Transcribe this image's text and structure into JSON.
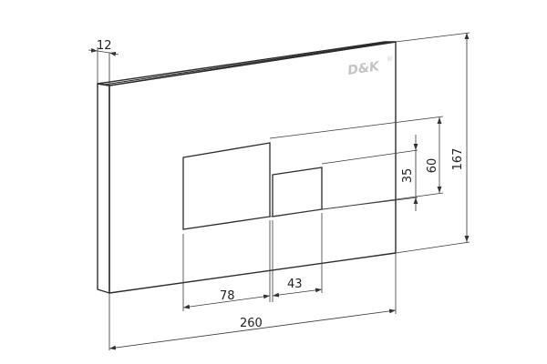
{
  "brand": {
    "logo": "D&K",
    "registered_mark": "®"
  },
  "dimensions": {
    "thickness": "12",
    "overall_width": "260",
    "overall_height": "167",
    "large_button_width": "78",
    "small_button_width": "43",
    "large_button_height": "60",
    "small_button_height": "35"
  },
  "colors": {
    "line": "#2b2b2b",
    "logo": "#c4c4c4",
    "background": "#ffffff"
  }
}
